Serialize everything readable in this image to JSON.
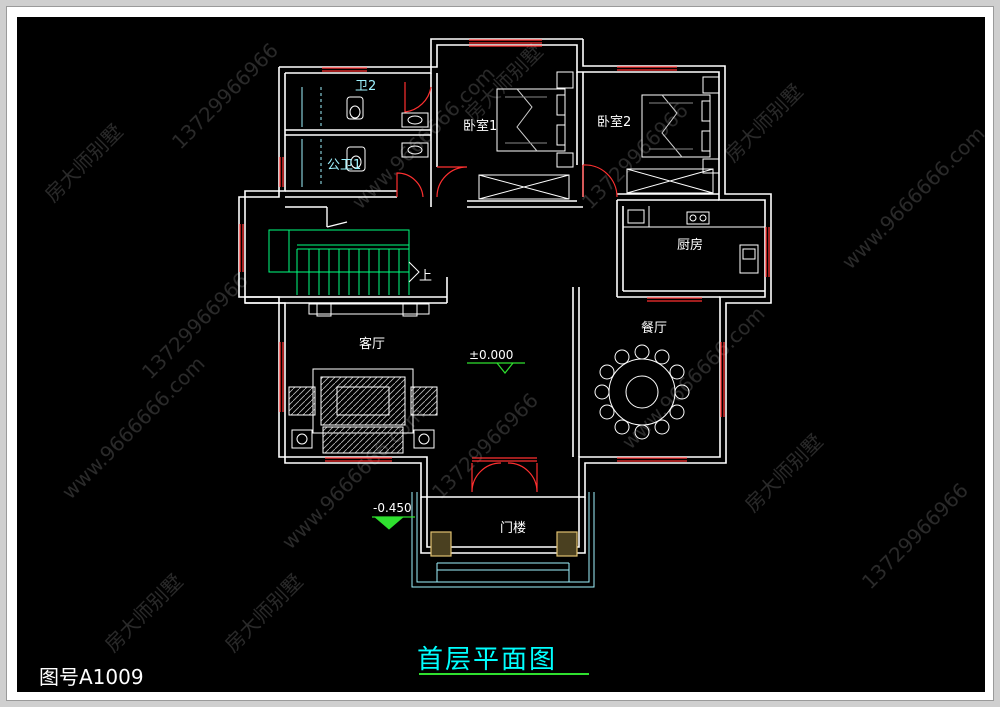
{
  "rooms": {
    "bathroom2": "卫2",
    "public_bath": "公卫1",
    "bedroom1": "卧室1",
    "bedroom2": "卧室2",
    "kitchen": "厨房",
    "dining": "餐厅",
    "living": "客厅",
    "porch": "门楼",
    "stair_up": "上"
  },
  "levels": {
    "floor": "±0.000",
    "outdoor": "-0.450"
  },
  "title": "首层平面图",
  "drawing_number": "图号A1009",
  "watermarks": [
    "房大师别墅",
    "13729966966",
    "www.9666666.com"
  ],
  "colors": {
    "wall": "#ffffff",
    "window": "#ff3030",
    "title": "#00ffff",
    "stair": "#00ff7f",
    "porch_column": "#e0c070"
  }
}
